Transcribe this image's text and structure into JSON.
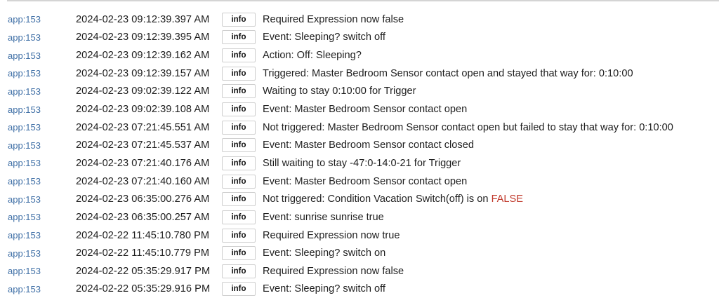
{
  "log": {
    "rows": [
      {
        "source": "app:153",
        "time": "2024-02-23 09:12:39.397 AM",
        "level": "info",
        "message": "Required Expression now false",
        "highlight": ""
      },
      {
        "source": "app:153",
        "time": "2024-02-23 09:12:39.395 AM",
        "level": "info",
        "message": "Event: Sleeping? switch off",
        "highlight": ""
      },
      {
        "source": "app:153",
        "time": "2024-02-23 09:12:39.162 AM",
        "level": "info",
        "message": "Action: Off: Sleeping?",
        "highlight": ""
      },
      {
        "source": "app:153",
        "time": "2024-02-23 09:12:39.157 AM",
        "level": "info",
        "message": "Triggered: Master Bedroom Sensor contact open and stayed that way for: 0:10:00",
        "highlight": ""
      },
      {
        "source": "app:153",
        "time": "2024-02-23 09:02:39.122 AM",
        "level": "info",
        "message": "Waiting to stay 0:10:00 for Trigger",
        "highlight": ""
      },
      {
        "source": "app:153",
        "time": "2024-02-23 09:02:39.108 AM",
        "level": "info",
        "message": "Event: Master Bedroom Sensor contact open",
        "highlight": ""
      },
      {
        "source": "app:153",
        "time": "2024-02-23 07:21:45.551 AM",
        "level": "info",
        "message": "Not triggered: Master Bedroom Sensor contact open but failed to stay that way for: 0:10:00",
        "highlight": ""
      },
      {
        "source": "app:153",
        "time": "2024-02-23 07:21:45.537 AM",
        "level": "info",
        "message": "Event: Master Bedroom Sensor contact closed",
        "highlight": ""
      },
      {
        "source": "app:153",
        "time": "2024-02-23 07:21:40.176 AM",
        "level": "info",
        "message": "Still waiting to stay -47:0-14:0-21 for Trigger",
        "highlight": ""
      },
      {
        "source": "app:153",
        "time": "2024-02-23 07:21:40.160 AM",
        "level": "info",
        "message": "Event: Master Bedroom Sensor contact open",
        "highlight": ""
      },
      {
        "source": "app:153",
        "time": "2024-02-23 06:35:00.276 AM",
        "level": "info",
        "message": "Not triggered: Condition Vacation Switch(off) is on ",
        "highlight": "FALSE"
      },
      {
        "source": "app:153",
        "time": "2024-02-23 06:35:00.257 AM",
        "level": "info",
        "message": "Event: sunrise sunrise true",
        "highlight": ""
      },
      {
        "source": "app:153",
        "time": "2024-02-22 11:45:10.780 PM",
        "level": "info",
        "message": "Required Expression now true",
        "highlight": ""
      },
      {
        "source": "app:153",
        "time": "2024-02-22 11:45:10.779 PM",
        "level": "info",
        "message": "Event: Sleeping? switch on",
        "highlight": ""
      },
      {
        "source": "app:153",
        "time": "2024-02-22 05:35:29.917 PM",
        "level": "info",
        "message": "Required Expression now false",
        "highlight": ""
      },
      {
        "source": "app:153",
        "time": "2024-02-22 05:35:29.916 PM",
        "level": "info",
        "message": "Event: Sleeping? switch off",
        "highlight": ""
      }
    ]
  },
  "colors": {
    "source_link": "#3f6fa6",
    "highlight_false": "#c0392b",
    "text": "#1e1e1e",
    "badge_border": "#cfcfcf"
  }
}
